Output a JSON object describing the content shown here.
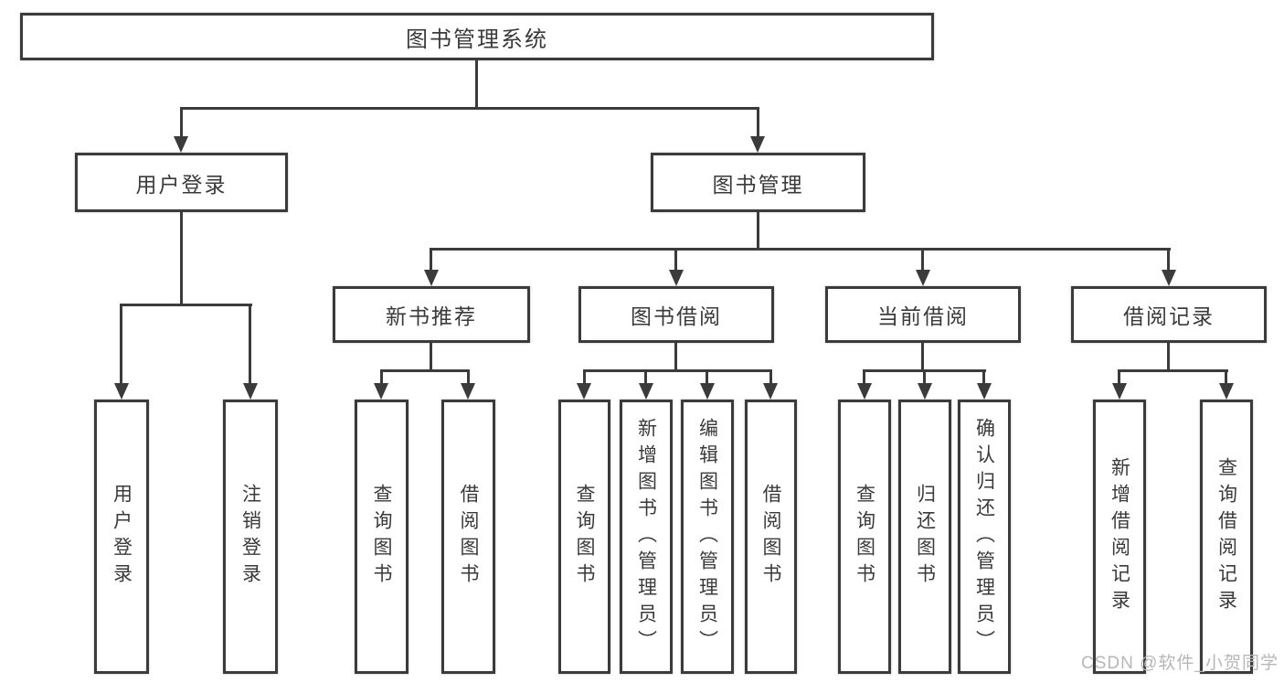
{
  "diagram": {
    "root": "图书管理系统",
    "user_login": {
      "label": "用户登录",
      "children": [
        "用户登录",
        "注销登录"
      ]
    },
    "book_management": {
      "label": "图书管理",
      "sections": [
        {
          "label": "新书推荐",
          "children": [
            "查询图书",
            "借阅图书"
          ]
        },
        {
          "label": "图书借阅",
          "children": [
            "查询图书",
            "新增图书（管理员）",
            "编辑图书（管理员）",
            "借阅图书"
          ]
        },
        {
          "label": "当前借阅",
          "children": [
            "查询图书",
            "归还图书",
            "确认归还（管理员）"
          ]
        },
        {
          "label": "借阅记录",
          "children": [
            "新增借阅记录",
            "查询借阅记录"
          ]
        }
      ]
    }
  },
  "watermark": "CSDN @软件_小贺同学",
  "colors": {
    "line": "#3b3b3b",
    "text": "#3a3a3a",
    "watermark": "#b7b7b7",
    "background": "#ffffff"
  }
}
